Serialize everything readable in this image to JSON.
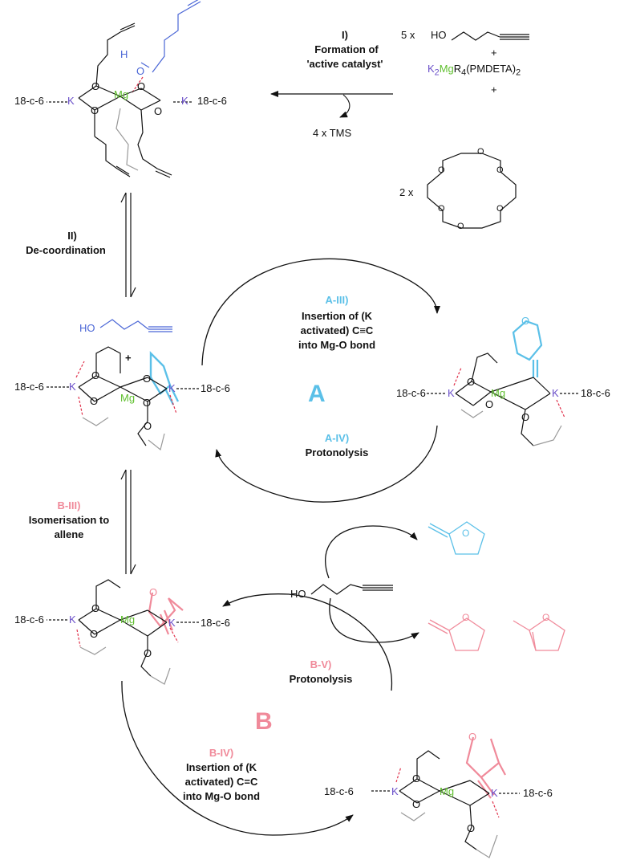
{
  "colors": {
    "blue_cycle": "#5bc0e8",
    "pink_cycle": "#f08a9a",
    "potassium": "#6a4fc9",
    "magnesium": "#5fbf2e",
    "substrate": "#4a66d6",
    "coordination": "#e0304a",
    "arrow": "#111111"
  },
  "steps": {
    "formation": {
      "number": "I)",
      "line1": "Formation of",
      "line2": "'active catalyst'",
      "byproduct": "4 x TMS"
    },
    "decoordination": {
      "number": "II)",
      "line1": "De-coordination"
    },
    "a_insertion": {
      "number": "A-III)",
      "line1": "Insertion of (K",
      "line2": "activated) C≡C",
      "line3": "into Mg-O bond"
    },
    "a_protonolysis": {
      "number": "A-IV)",
      "line1": "Protonolysis"
    },
    "b_isomerisation": {
      "number": "B-III)",
      "line1": "Isomerisation to",
      "line2": "allene"
    },
    "b_protonolysis": {
      "number": "B-V)",
      "line1": "Protonolysis"
    },
    "b_insertion": {
      "number": "B-IV)",
      "line1": "Insertion of (K",
      "line2": "activated) C=C",
      "line3": "into Mg-O bond"
    }
  },
  "reagents": {
    "alcohol_count": "5 x",
    "crown_count": "2 x",
    "plus": "+",
    "ho": "HO",
    "k2": "K",
    "k2_sub": "2",
    "mg": "Mg",
    "r4": "R",
    "r4_sub": "4",
    "pmdeta": "(PMDETA)",
    "pmdeta_sub": "2"
  },
  "cycles": {
    "a_label": "A",
    "b_label": "B"
  },
  "atoms": {
    "k": "K",
    "mg": "Mg",
    "o": "O",
    "h": "H",
    "ho": "HO",
    "crown": "18-c-6",
    "plus": "+"
  }
}
